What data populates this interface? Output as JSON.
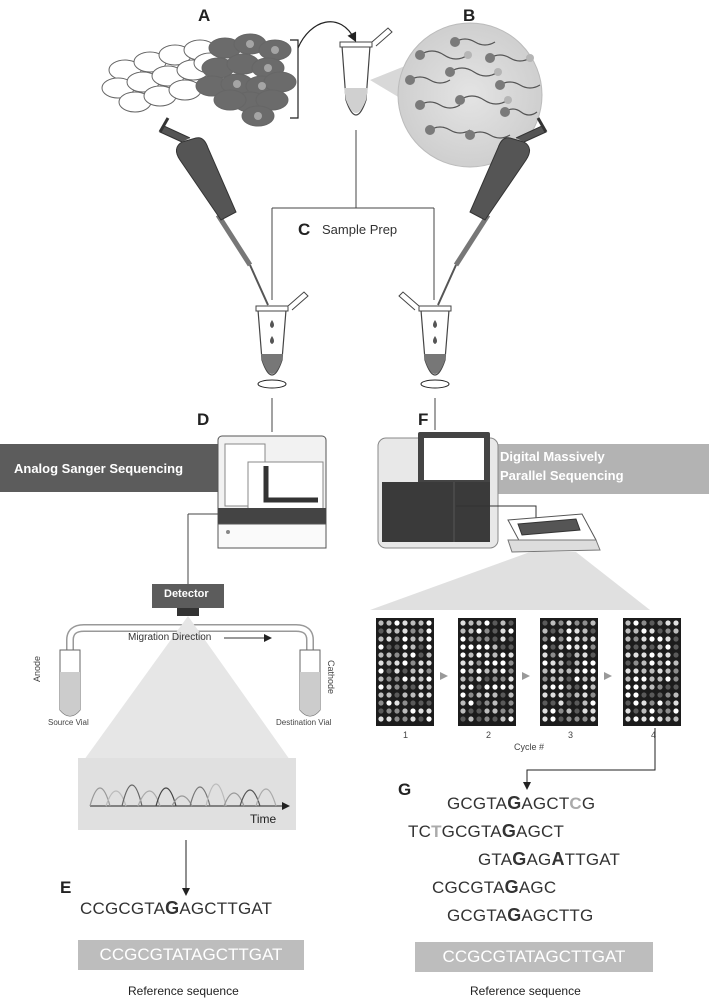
{
  "panels": {
    "a": "A",
    "b": "B",
    "c": "C",
    "d": "D",
    "e": "E",
    "f": "F",
    "g": "G"
  },
  "sample_prep": "Sample Prep",
  "analog_band": "Analog Sanger Sequencing",
  "digital_band": [
    "Digital Massively",
    "Parallel Sequencing"
  ],
  "detector": "Detector",
  "migration": "Migration Direction",
  "anode": "Anode",
  "cathode": "Cathode",
  "source_vial": "Source Vial",
  "destination_vial": "Destination Vial",
  "time_label": "Time",
  "cycle_numbers": [
    "1",
    "2",
    "3",
    "4"
  ],
  "cycle_label": "Cycle #",
  "sanger_read": {
    "pre": "CCGCGTA",
    "base": "G",
    "post": "AGCTTGAT"
  },
  "ngs_reads": [
    {
      "pre": "GCGTA",
      "base": "G",
      "mid": "AGCT",
      "base2": "C",
      "post": "G"
    },
    {
      "pre": "TC",
      "base": "T",
      "mid": "GCGTA",
      "base2": "G",
      "post": "AGCT"
    },
    {
      "pre": "GTA",
      "base": "G",
      "mid": "AG",
      "base2": "A",
      "post": "TTGAT"
    },
    {
      "pre": "CGCGTA",
      "base": "G",
      "mid": "AGC",
      "base2": "",
      "post": ""
    },
    {
      "pre": "GCGTA",
      "base": "G",
      "mid": "AGCTTG",
      "base2": "",
      "post": ""
    }
  ],
  "reference_seq": "CCGCGTATAGCTTGAT",
  "reference_label": "Reference sequence"
}
